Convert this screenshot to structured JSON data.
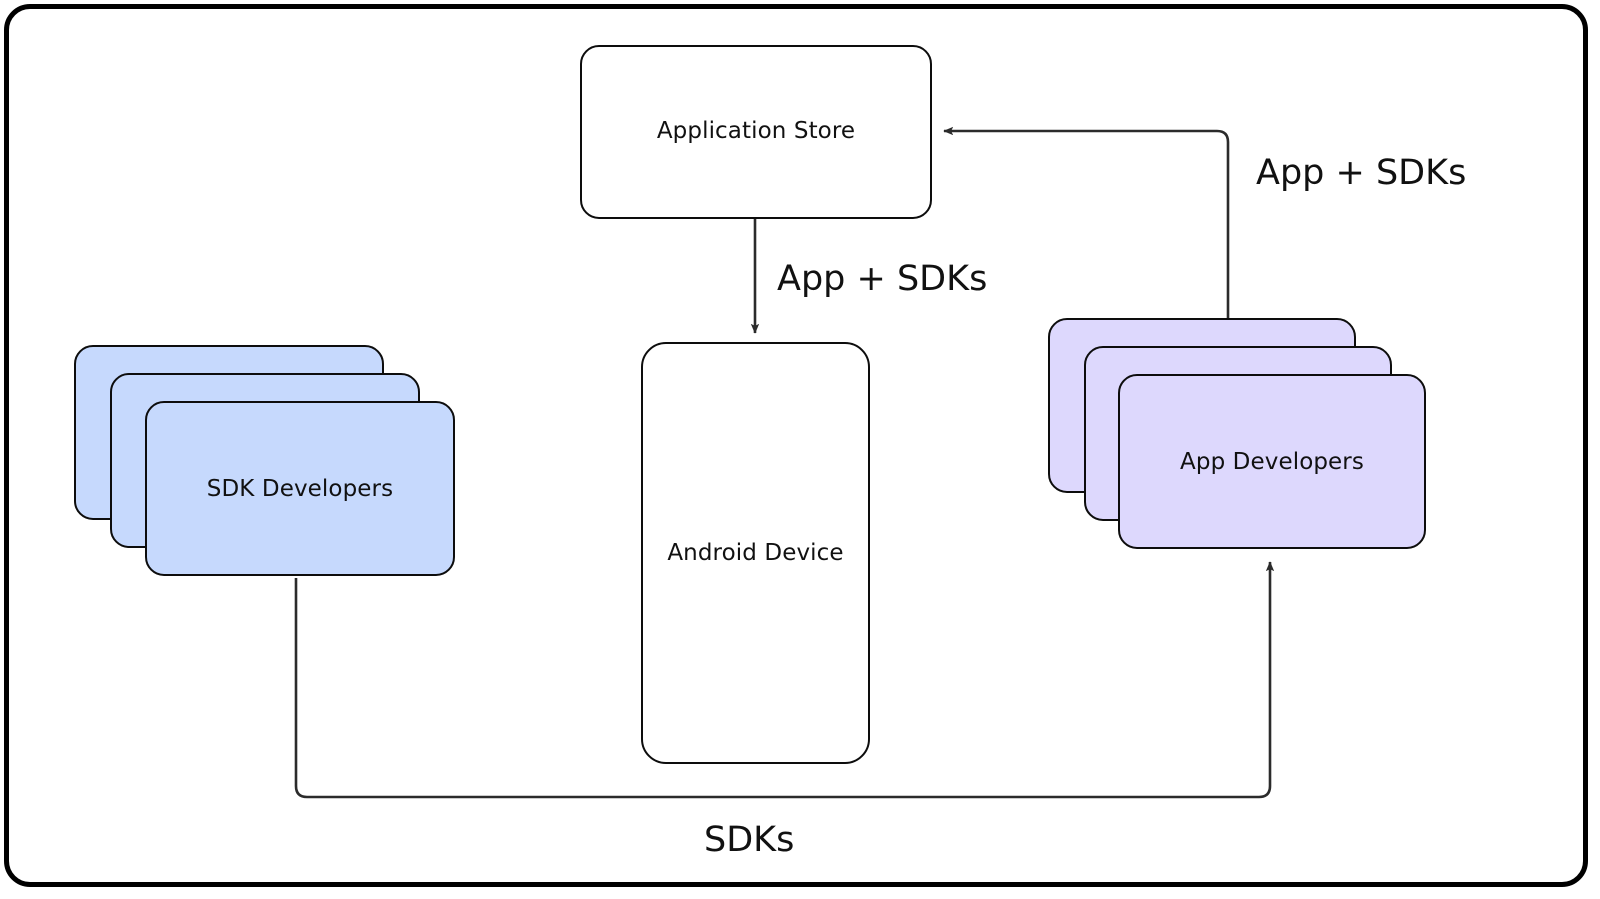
{
  "diagram": {
    "title": "Android application and SDK distribution flow",
    "background_color": "#ffffff",
    "frame_color": "#000000",
    "nodes": [
      {
        "id": "application-store",
        "label": "Application Store",
        "shape": "rounded-rectangle",
        "fill": "#ffffff",
        "stroke": "#0d0d0d"
      },
      {
        "id": "android-device",
        "label": "Android Device",
        "shape": "rounded-rectangle-tall",
        "fill": "#ffffff",
        "stroke": "#0d0d0d"
      },
      {
        "id": "sdk-developers",
        "label": "SDK Developers",
        "shape": "stacked-rectangles",
        "stack_count": 3,
        "fill": "#c6d9fd",
        "stroke": "#0d0d0d"
      },
      {
        "id": "app-developers",
        "label": "App Developers",
        "shape": "stacked-rectangles",
        "stack_count": 3,
        "fill": "#ddd8fd",
        "stroke": "#0d0d0d"
      }
    ],
    "edges": [
      {
        "id": "store-to-device",
        "from": "application-store",
        "to": "android-device",
        "label": "App + SDKs",
        "arrow": "end",
        "direction": "down"
      },
      {
        "id": "appdev-to-store",
        "from": "app-developers",
        "to": "application-store",
        "label": "App + SDKs",
        "arrow": "end",
        "direction": "up-then-left"
      },
      {
        "id": "sdkdev-to-appdev",
        "from": "sdk-developers",
        "to": "app-developers",
        "label": "SDKs",
        "arrow": "end",
        "direction": "down-right-then-up"
      }
    ]
  }
}
